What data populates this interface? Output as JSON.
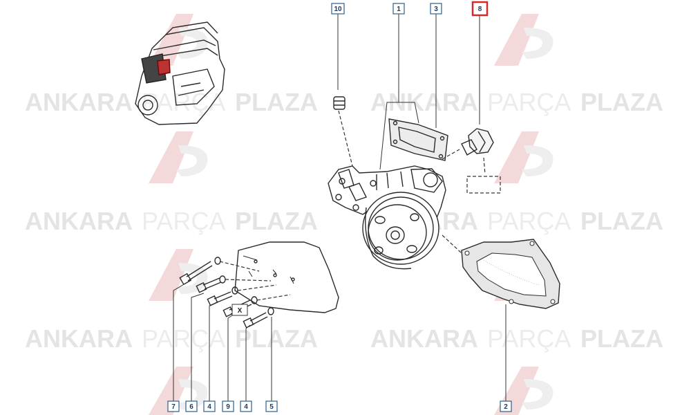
{
  "watermark": {
    "brand_bold_1": "ANKARA",
    "brand_light": "PARÇA",
    "brand_bold_2": "PLAZA",
    "color_bold": "#e4e4e4",
    "color_light": "#ececec",
    "logo_color": "#f3d9d9"
  },
  "callouts": {
    "c10": "10",
    "c1": "1",
    "c3": "3",
    "c8": "8",
    "c7": "7",
    "c6": "6",
    "c4a": "4",
    "c9": "9",
    "c4b": "4",
    "c5": "5",
    "c2": "2",
    "box_x": "X"
  },
  "colors": {
    "callout_border": "#2c5f8a",
    "highlight_border": "#d42a2a",
    "line": "#2a2a2a"
  }
}
